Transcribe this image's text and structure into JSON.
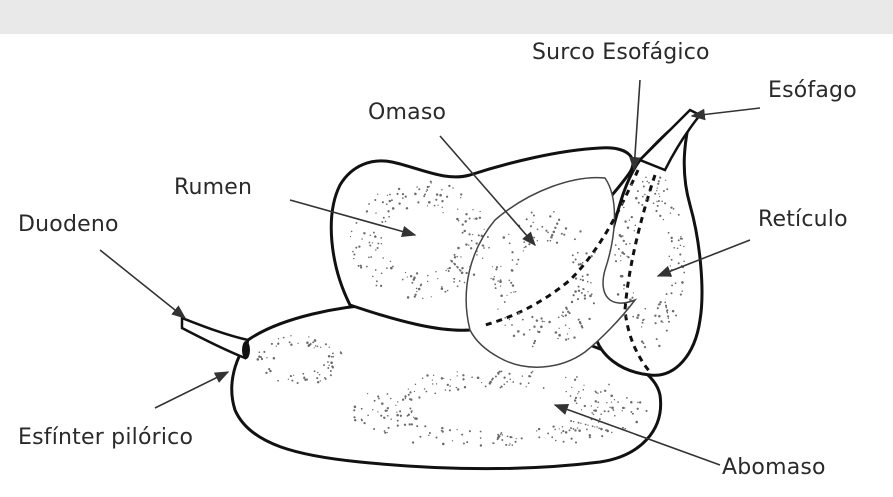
{
  "labels": {
    "surco_esofagico": "Surco Esofágico",
    "esofago": "Esófago",
    "omaso": "Omaso",
    "rumen": "Rumen",
    "duodeno": "Duodeno",
    "reticulo": "Retículo",
    "esfinter_pilorico": "Esfínter pilórico",
    "abomaso": "Abomaso"
  },
  "colors": {
    "background": "#ffffff",
    "top_band": "#e9e9e9",
    "outline": "#111111",
    "stipple": "#6a6a6a",
    "text": "#2a2a2a"
  }
}
